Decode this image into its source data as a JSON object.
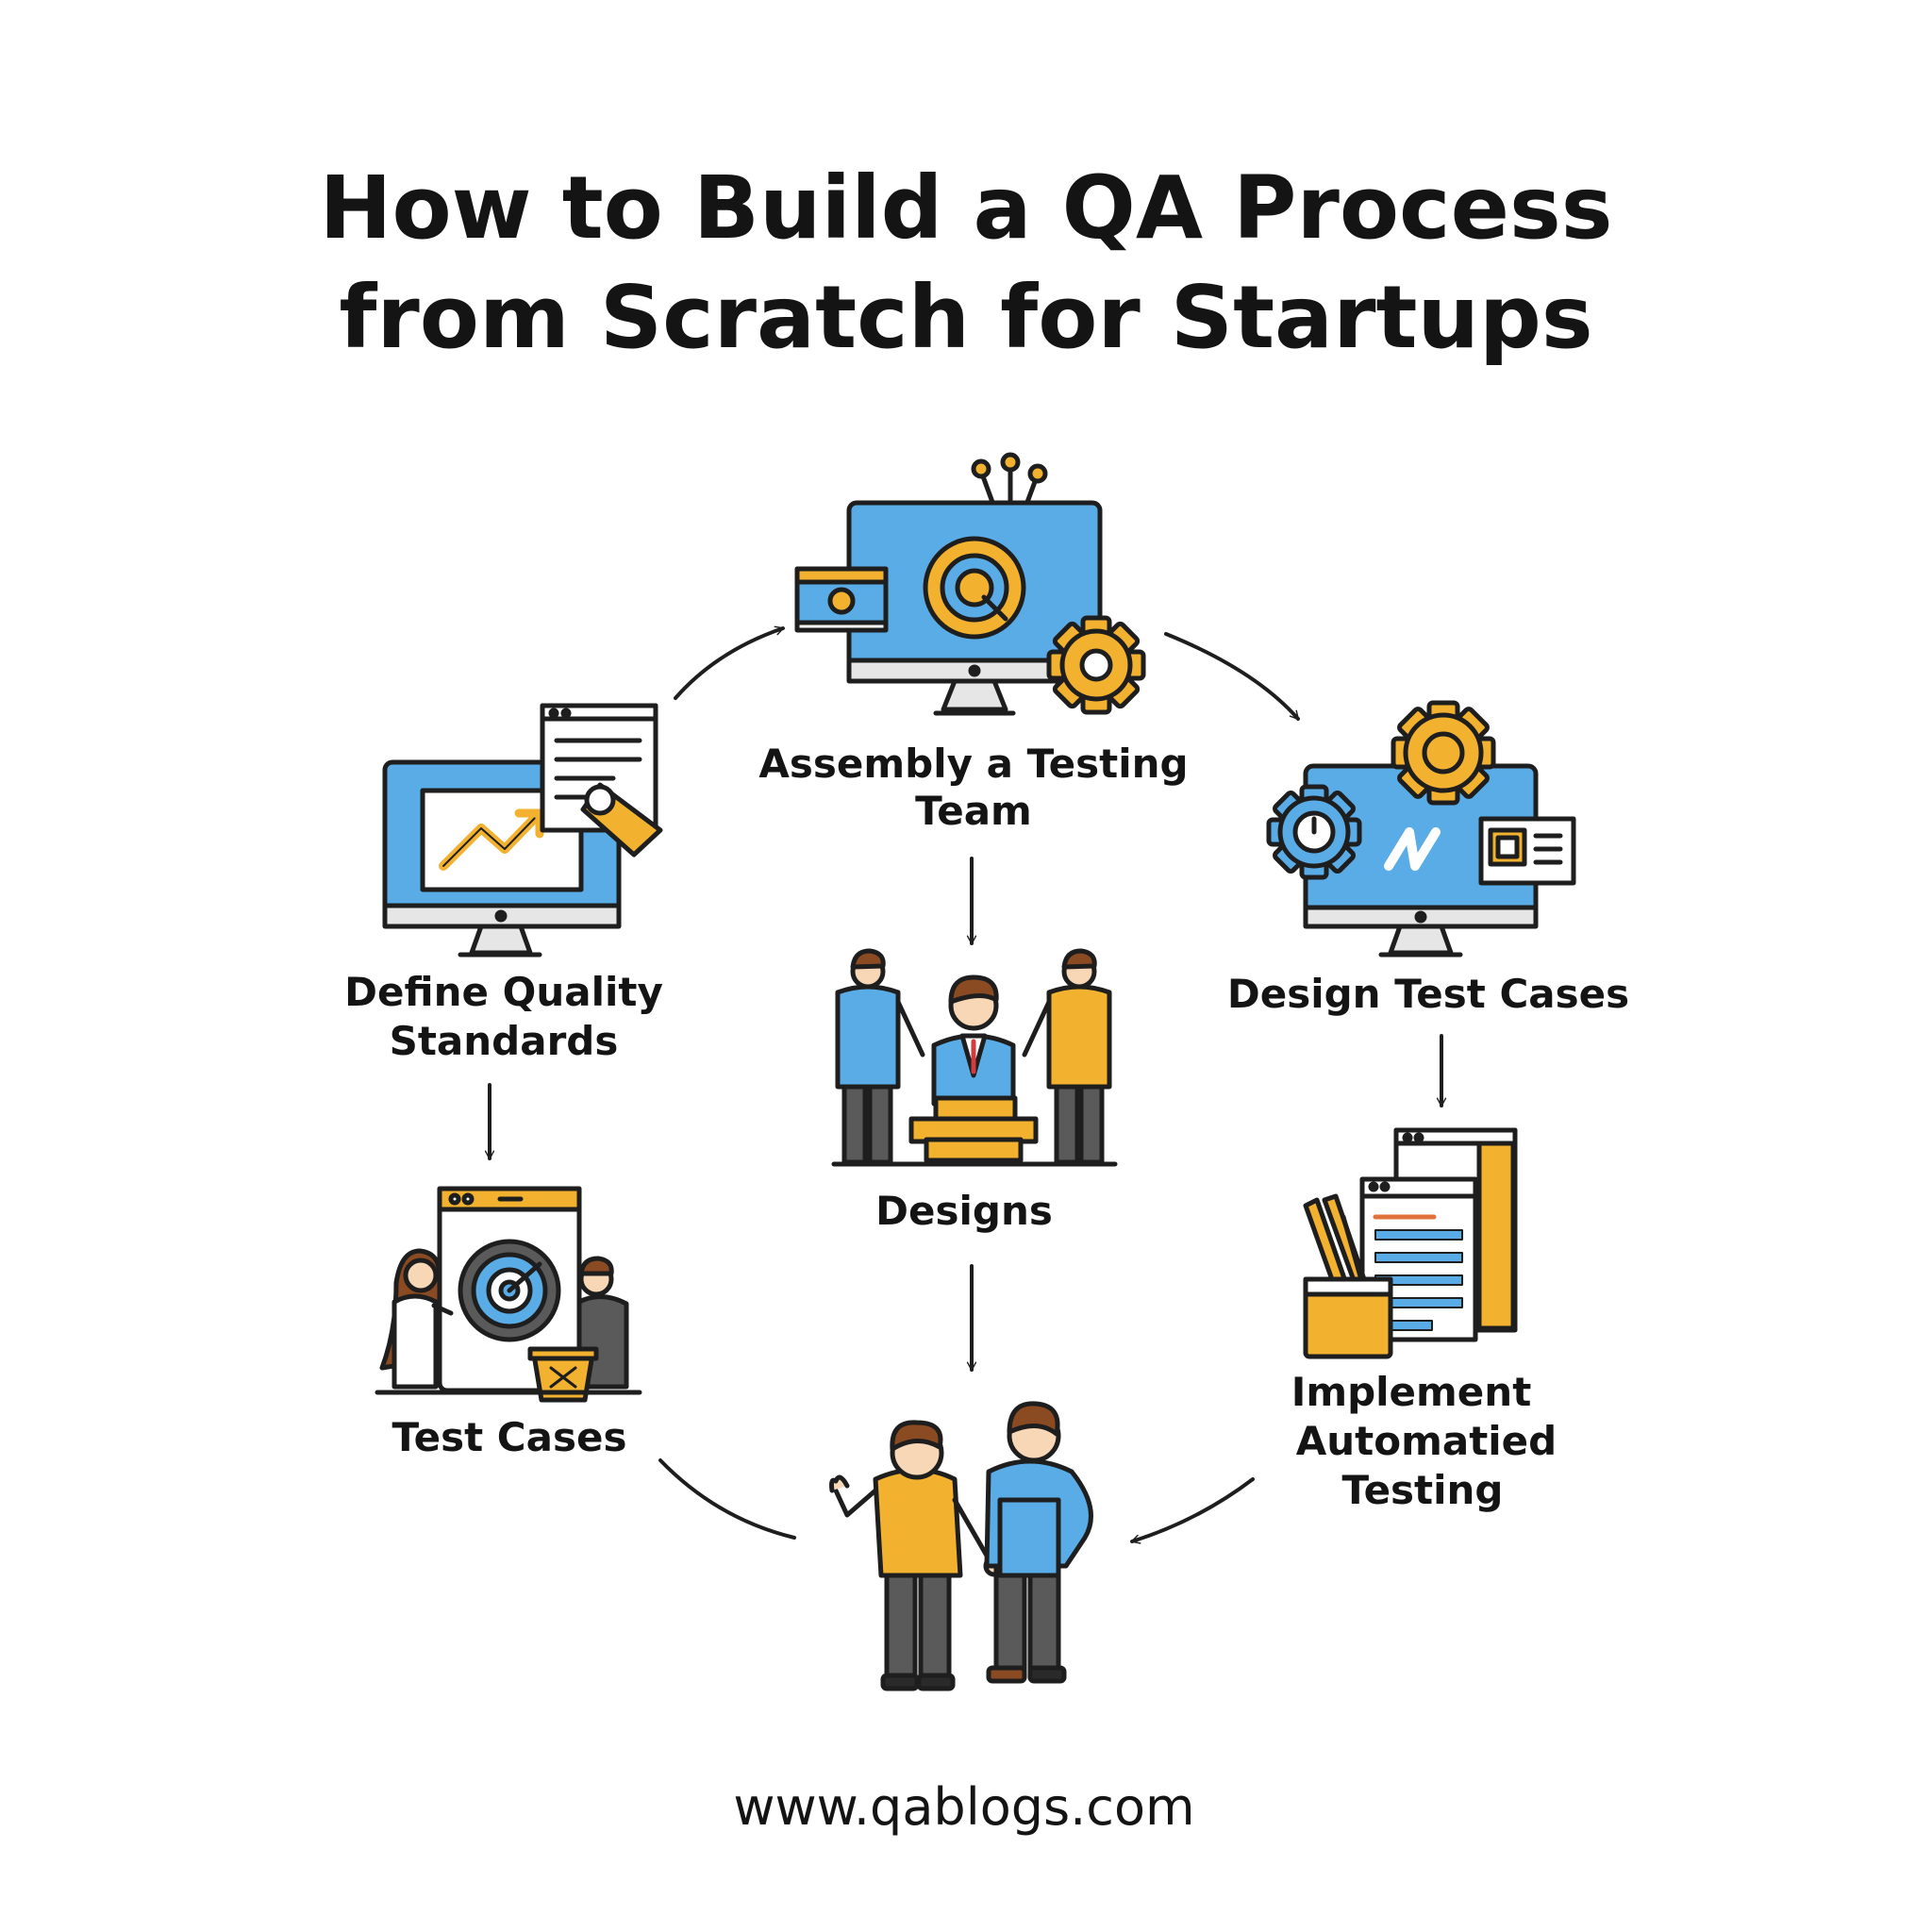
{
  "title": {
    "line1": "How to Build a QA Process",
    "line2": "from Scratch for Startups"
  },
  "steps": {
    "define": {
      "label": [
        "Define Quality",
        "Standards"
      ],
      "icon": "monitor-chart-document-icon"
    },
    "assembly": {
      "label": [
        "Assembly a Testing",
        "Team"
      ],
      "icon": "monitor-target-gear-icon"
    },
    "design": {
      "label": [
        "Design Test Cases"
      ],
      "icon": "monitor-gears-window-icon"
    },
    "designs": {
      "label": [
        "Designs"
      ],
      "icon": "team-meeting-icon"
    },
    "test_cases": {
      "label": [
        "Test Cases"
      ],
      "icon": "team-target-board-icon"
    },
    "implement": {
      "label": [
        "Implement",
        "Automatied",
        "Testing"
      ],
      "icon": "documents-pencil-cup-icon"
    },
    "center": {
      "label": [],
      "icon": "two-people-collaborating-icon"
    }
  },
  "footer": "www.qablogs.com",
  "colors": {
    "blue": "#5aace6",
    "yellow": "#f2b12e",
    "outline": "#1e1e1e",
    "gray": "#5a5a5a",
    "skin": "#f7d7b5",
    "hair": "#8a4b22"
  }
}
